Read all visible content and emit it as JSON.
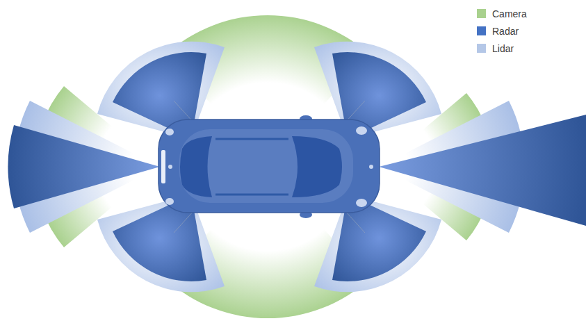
{
  "diagram": {
    "legend": [
      {
        "text": "Camera",
        "color": "#a9d18e"
      },
      {
        "text": "Radar",
        "color": "#4472c4"
      },
      {
        "text": "Lidar",
        "color": "#b4c7e7"
      }
    ]
  }
}
